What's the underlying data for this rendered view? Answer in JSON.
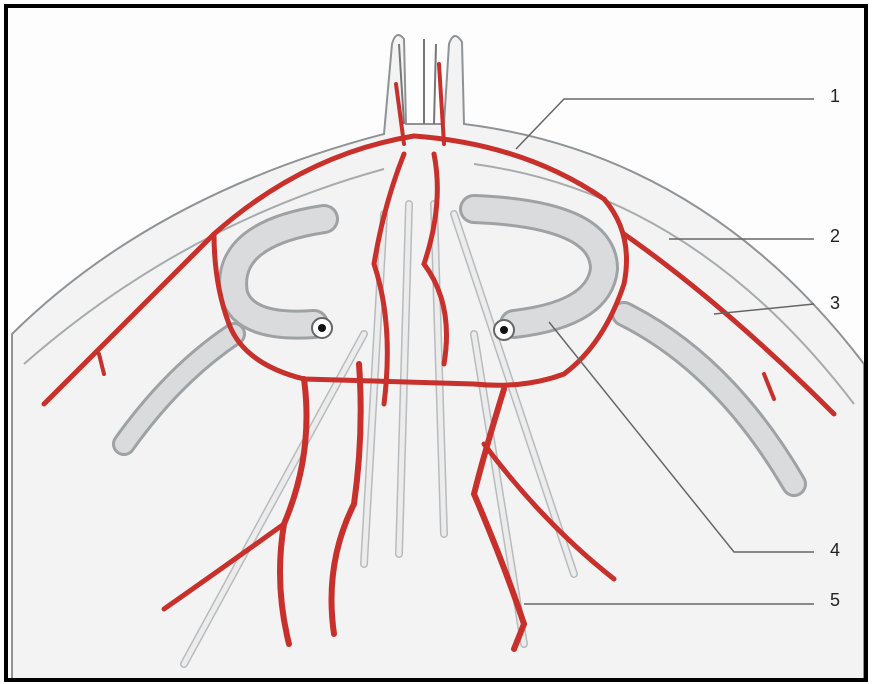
{
  "figure": {
    "labels": [
      {
        "id": "1",
        "text": "1"
      },
      {
        "id": "2",
        "text": "2"
      },
      {
        "id": "3",
        "text": "3"
      },
      {
        "id": "4",
        "text": "4"
      },
      {
        "id": "5",
        "text": "5"
      }
    ],
    "colors": {
      "artery": "#c8302b",
      "duct": "#d9dbdc",
      "duct_edge": "#9ea2a4",
      "outline": "#8f9396",
      "leader": "#666666"
    }
  }
}
